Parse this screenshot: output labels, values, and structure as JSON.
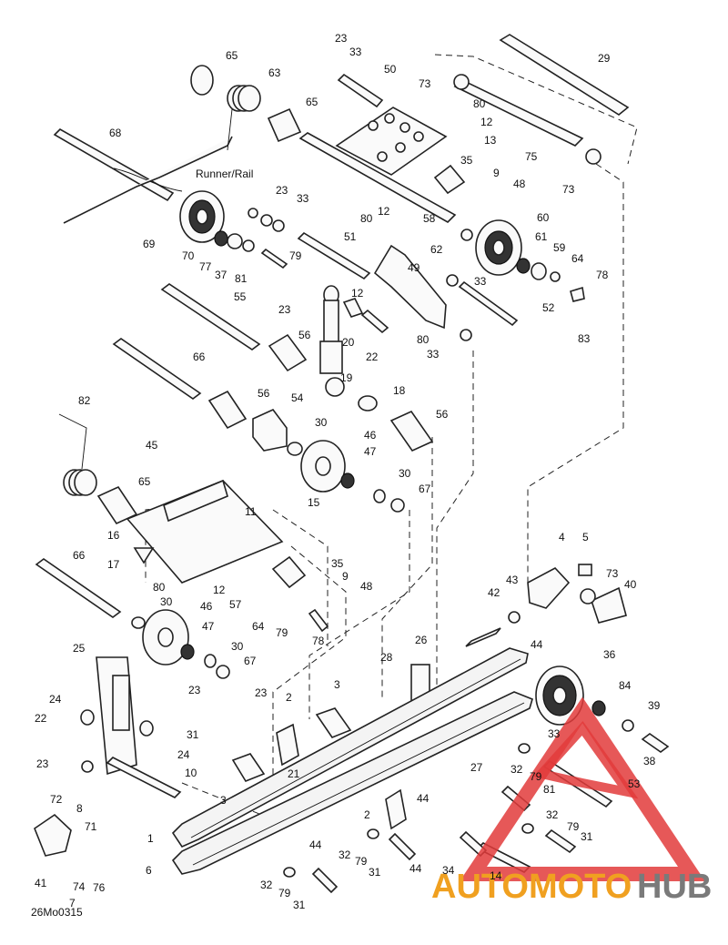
{
  "diagram": {
    "title_label": "Runner/Rail",
    "figure_code": "26Mo0315",
    "callouts": [
      "1",
      "2",
      "3",
      "4",
      "5",
      "6",
      "7",
      "8",
      "9",
      "10",
      "11",
      "12",
      "13",
      "14",
      "15",
      "16",
      "17",
      "18",
      "19",
      "20",
      "21",
      "22",
      "23",
      "24",
      "25",
      "26",
      "27",
      "28",
      "29",
      "30",
      "31",
      "32",
      "33",
      "34",
      "35",
      "36",
      "37",
      "38",
      "39",
      "40",
      "41",
      "42",
      "43",
      "44",
      "45",
      "46",
      "47",
      "48",
      "49",
      "50",
      "51",
      "52",
      "53",
      "54",
      "55",
      "56",
      "57",
      "58",
      "59",
      "60",
      "61",
      "62",
      "63",
      "64",
      "65",
      "66",
      "67",
      "68",
      "69",
      "70",
      "71",
      "72",
      "73",
      "74",
      "75",
      "76",
      "77",
      "78",
      "79",
      "80",
      "81",
      "82",
      "83",
      "84"
    ]
  },
  "watermark": {
    "brand_part1": "AUTOMOTO",
    "brand_part2": "HUB",
    "color_red": "#e23b3b",
    "color_grey": "#7a7a7a",
    "color_orange": "#f0a020"
  }
}
